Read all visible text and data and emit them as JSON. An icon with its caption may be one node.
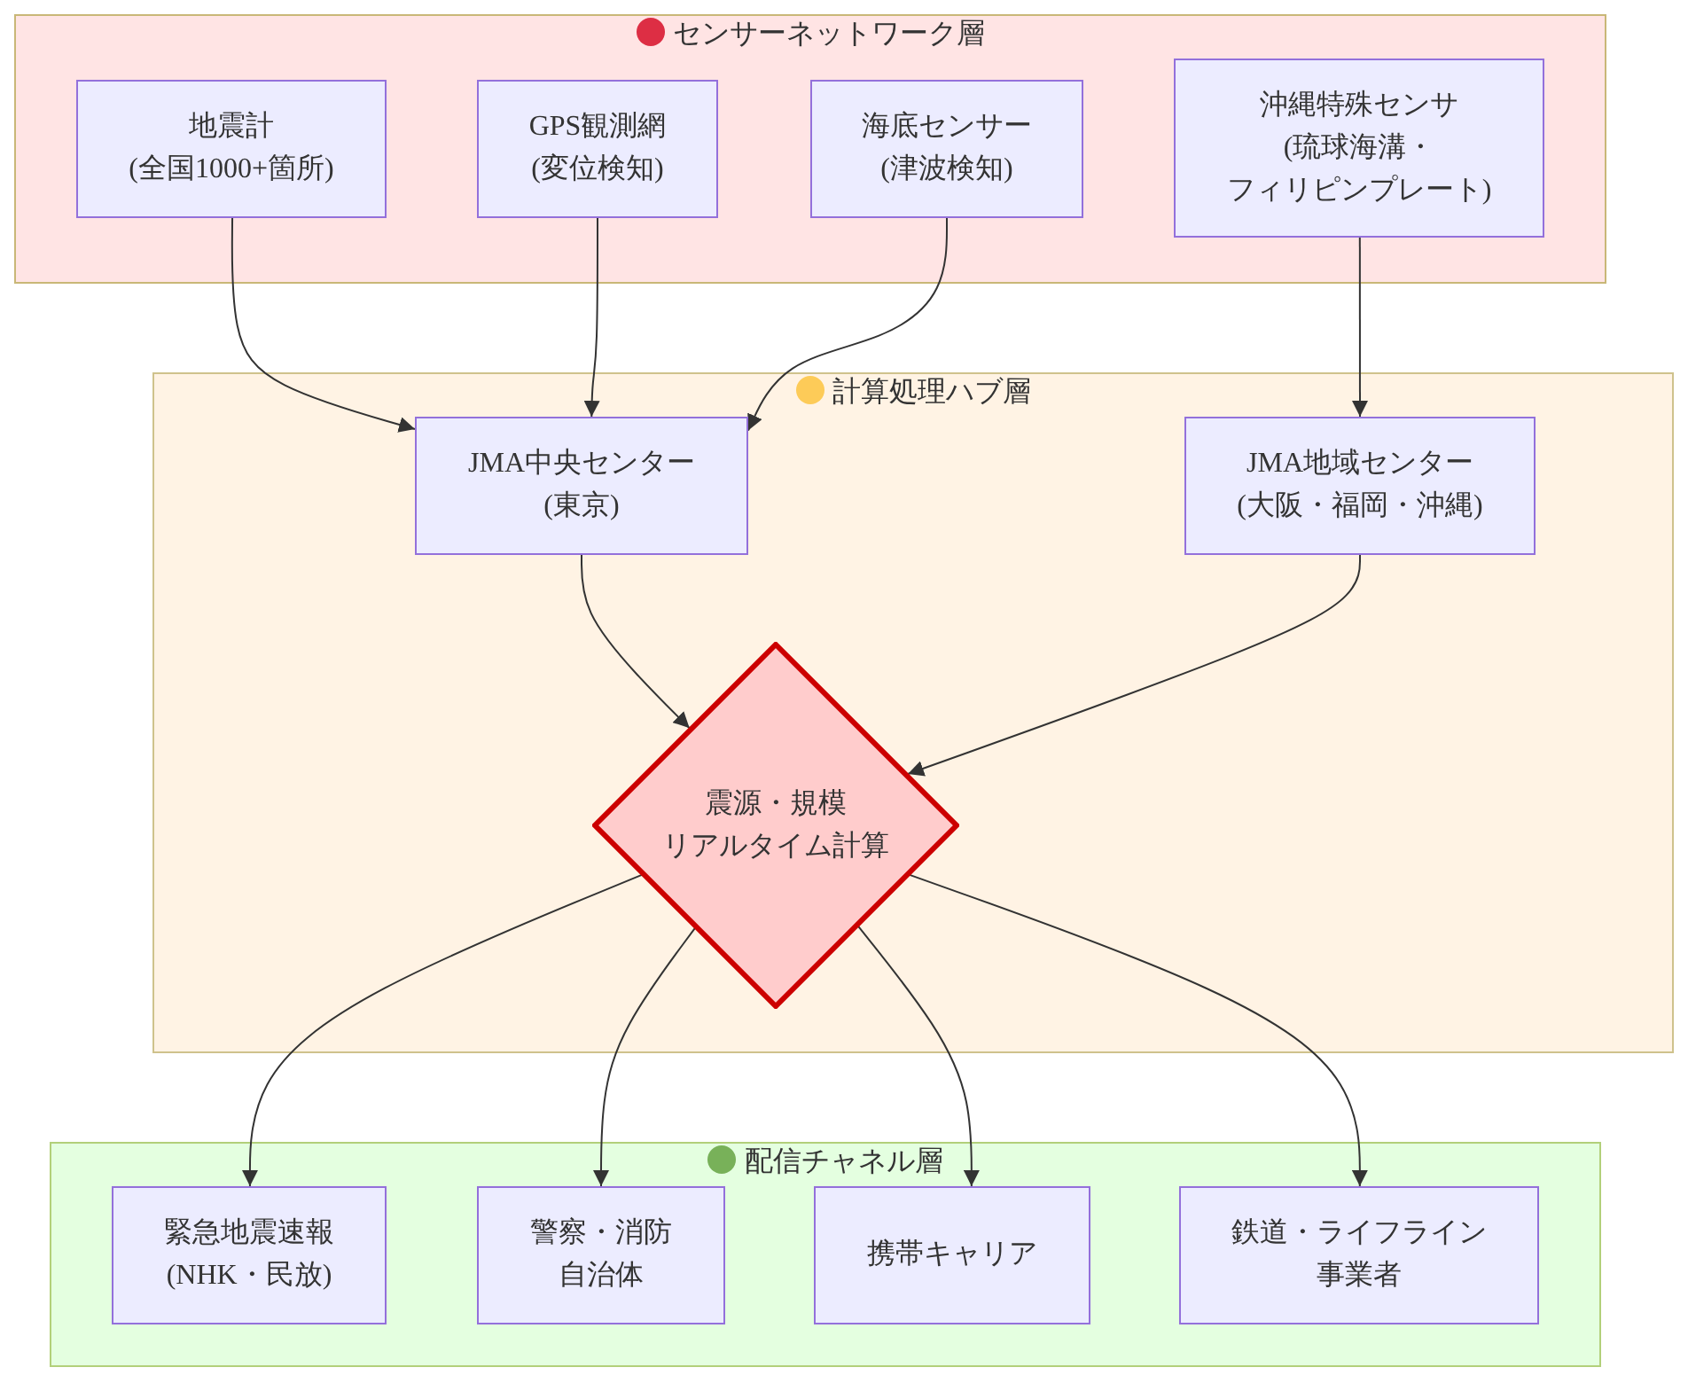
{
  "diagram": {
    "nodes": [
      {
        "text": [
          "センサーネットワーク層"
        ]
      },
      {
        "text": [
          "地震計(全国1000+箇所)"
        ],
        "in": 0
      },
      {
        "text": [
          "GPS観測網(変位検知)"
        ],
        "in": 0
      },
      {
        "text": [
          "海底センサー(津波検知)"
        ],
        "in": 0
      },
      {
        "text": [
          "沖縄特殊センサ(琉球海溝・フィリピンプレート)"
        ],
        "in": 0
      },
      {
        "text": [
          "計算処理ハブ層"
        ]
      },
      {
        "text": [
          "JMA中央センター(東京)"
        ],
        "in": 5
      },
      {
        "text": [
          "JMA地域センター(大阪・福岡・沖縄)"
        ],
        "in": 5
      },
      {
        "text": [
          "震源・規模リアルタイム計算"
        ],
        "in": 5
      },
      {
        "text": [
          "配信チャネル層"
        ]
      },
      {
        "text": [
          "緊急地震速報(NHK・民放)"
        ],
        "in": 9
      },
      {
        "text": [
          "警察・消防自治体"
        ],
        "in": 9
      },
      {
        "text": [
          "携帯キャリア"
        ],
        "in": 9
      },
      {
        "text": [
          "鉄道・ライフライン事業者"
        ],
        "in": 9
      }
    ],
    "edges": [
      {
        "from": 1,
        "to": 6,
        "arrow": "to"
      },
      {
        "from": 2,
        "to": 6,
        "arrow": "to"
      },
      {
        "from": 3,
        "to": 6,
        "arrow": "to"
      },
      {
        "from": 4,
        "to": 7,
        "arrow": "to"
      },
      {
        "from": 6,
        "to": 8,
        "arrow": "to"
      },
      {
        "from": 7,
        "to": 8,
        "arrow": "to"
      },
      {
        "from": 8,
        "to": 10,
        "arrow": "to"
      },
      {
        "from": 8,
        "to": 11,
        "arrow": "to"
      },
      {
        "from": 8,
        "to": 12,
        "arrow": "to"
      },
      {
        "from": 8,
        "to": 13,
        "arrow": "to"
      }
    ]
  }
}
